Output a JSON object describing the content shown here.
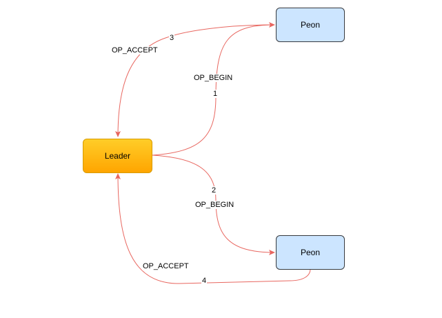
{
  "nodes": {
    "leader": "Leader",
    "peon_top": "Peon",
    "peon_bottom": "Peon"
  },
  "edges": {
    "e1": {
      "step": "1",
      "message": "OP_BEGIN"
    },
    "e2": {
      "step": "2",
      "message": "OP_BEGIN"
    },
    "e3": {
      "step": "3",
      "message": "OP_ACCEPT"
    },
    "e4": {
      "step": "4",
      "message": "OP_ACCEPT"
    }
  },
  "colors": {
    "edge": "#e8665f",
    "peon_fill": "#cce5ff",
    "leader_fill_top": "#ffcd28",
    "leader_fill_bottom": "#ffa500"
  }
}
